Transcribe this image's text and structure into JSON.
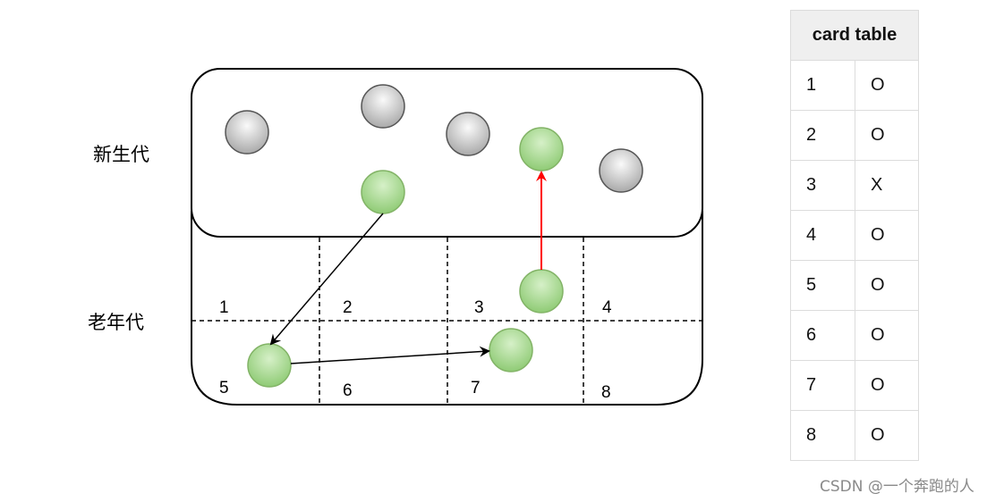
{
  "labels": {
    "young_gen": "新生代",
    "old_gen": "老年代"
  },
  "old_gen_cells": [
    {
      "num": "1"
    },
    {
      "num": "2"
    },
    {
      "num": "3"
    },
    {
      "num": "4"
    },
    {
      "num": "5"
    },
    {
      "num": "6"
    },
    {
      "num": "7"
    },
    {
      "num": "8"
    }
  ],
  "card_table": {
    "header": "card table",
    "rows": [
      {
        "index": "1",
        "mark": "O"
      },
      {
        "index": "2",
        "mark": "O"
      },
      {
        "index": "3",
        "mark": "X"
      },
      {
        "index": "4",
        "mark": "O"
      },
      {
        "index": "5",
        "mark": "O"
      },
      {
        "index": "6",
        "mark": "O"
      },
      {
        "index": "7",
        "mark": "O"
      },
      {
        "index": "8",
        "mark": "O"
      }
    ]
  },
  "watermark": "CSDN @一个奔跑的人",
  "colors": {
    "live_object": "#a4d58e",
    "dead_object": "#cfcfcf",
    "cross_gen_reference": "#ff0000",
    "reference": "#000000"
  }
}
